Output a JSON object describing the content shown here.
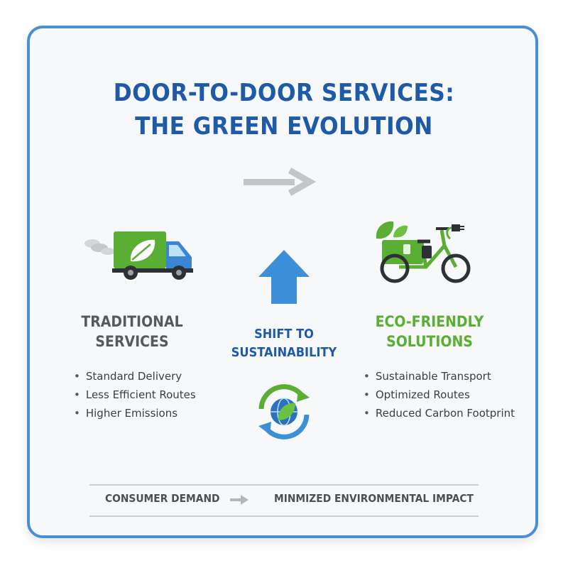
{
  "title": {
    "line1": "DOOR-TO-DOOR SERVICES:",
    "line2": "THE GREEN EVOLUTION"
  },
  "traditional": {
    "heading_line1": "TRADITIONAL",
    "heading_line2": "SERVICES",
    "icon": "delivery-truck-icon",
    "items": [
      "Standard Delivery",
      "Less Efficient Routes",
      "Higher Emissions"
    ]
  },
  "shift": {
    "label_line1": "SHIFT TO",
    "label_line2": "SUSTAINABILITY",
    "icon": "globe-recycle-icon"
  },
  "eco": {
    "heading_line1": "ECO-FRIENDLY",
    "heading_line2": "SOLUTIONS",
    "icon": "electric-cargo-bike-icon",
    "items": [
      "Sustainable Transport",
      "Optimized Routes",
      "Reduced Carbon Footprint"
    ]
  },
  "bottom": {
    "left": "CONSUMER DEMAND",
    "right": "MINMIZED ENVIRONMENTAL IMPACT"
  },
  "colors": {
    "frame": "#4a8ed6",
    "title_blue": "#1f5aa8",
    "eco_green": "#5aae34",
    "arrow_blue": "#3d8fd8",
    "arrow_gray": "#c2c5c9"
  }
}
